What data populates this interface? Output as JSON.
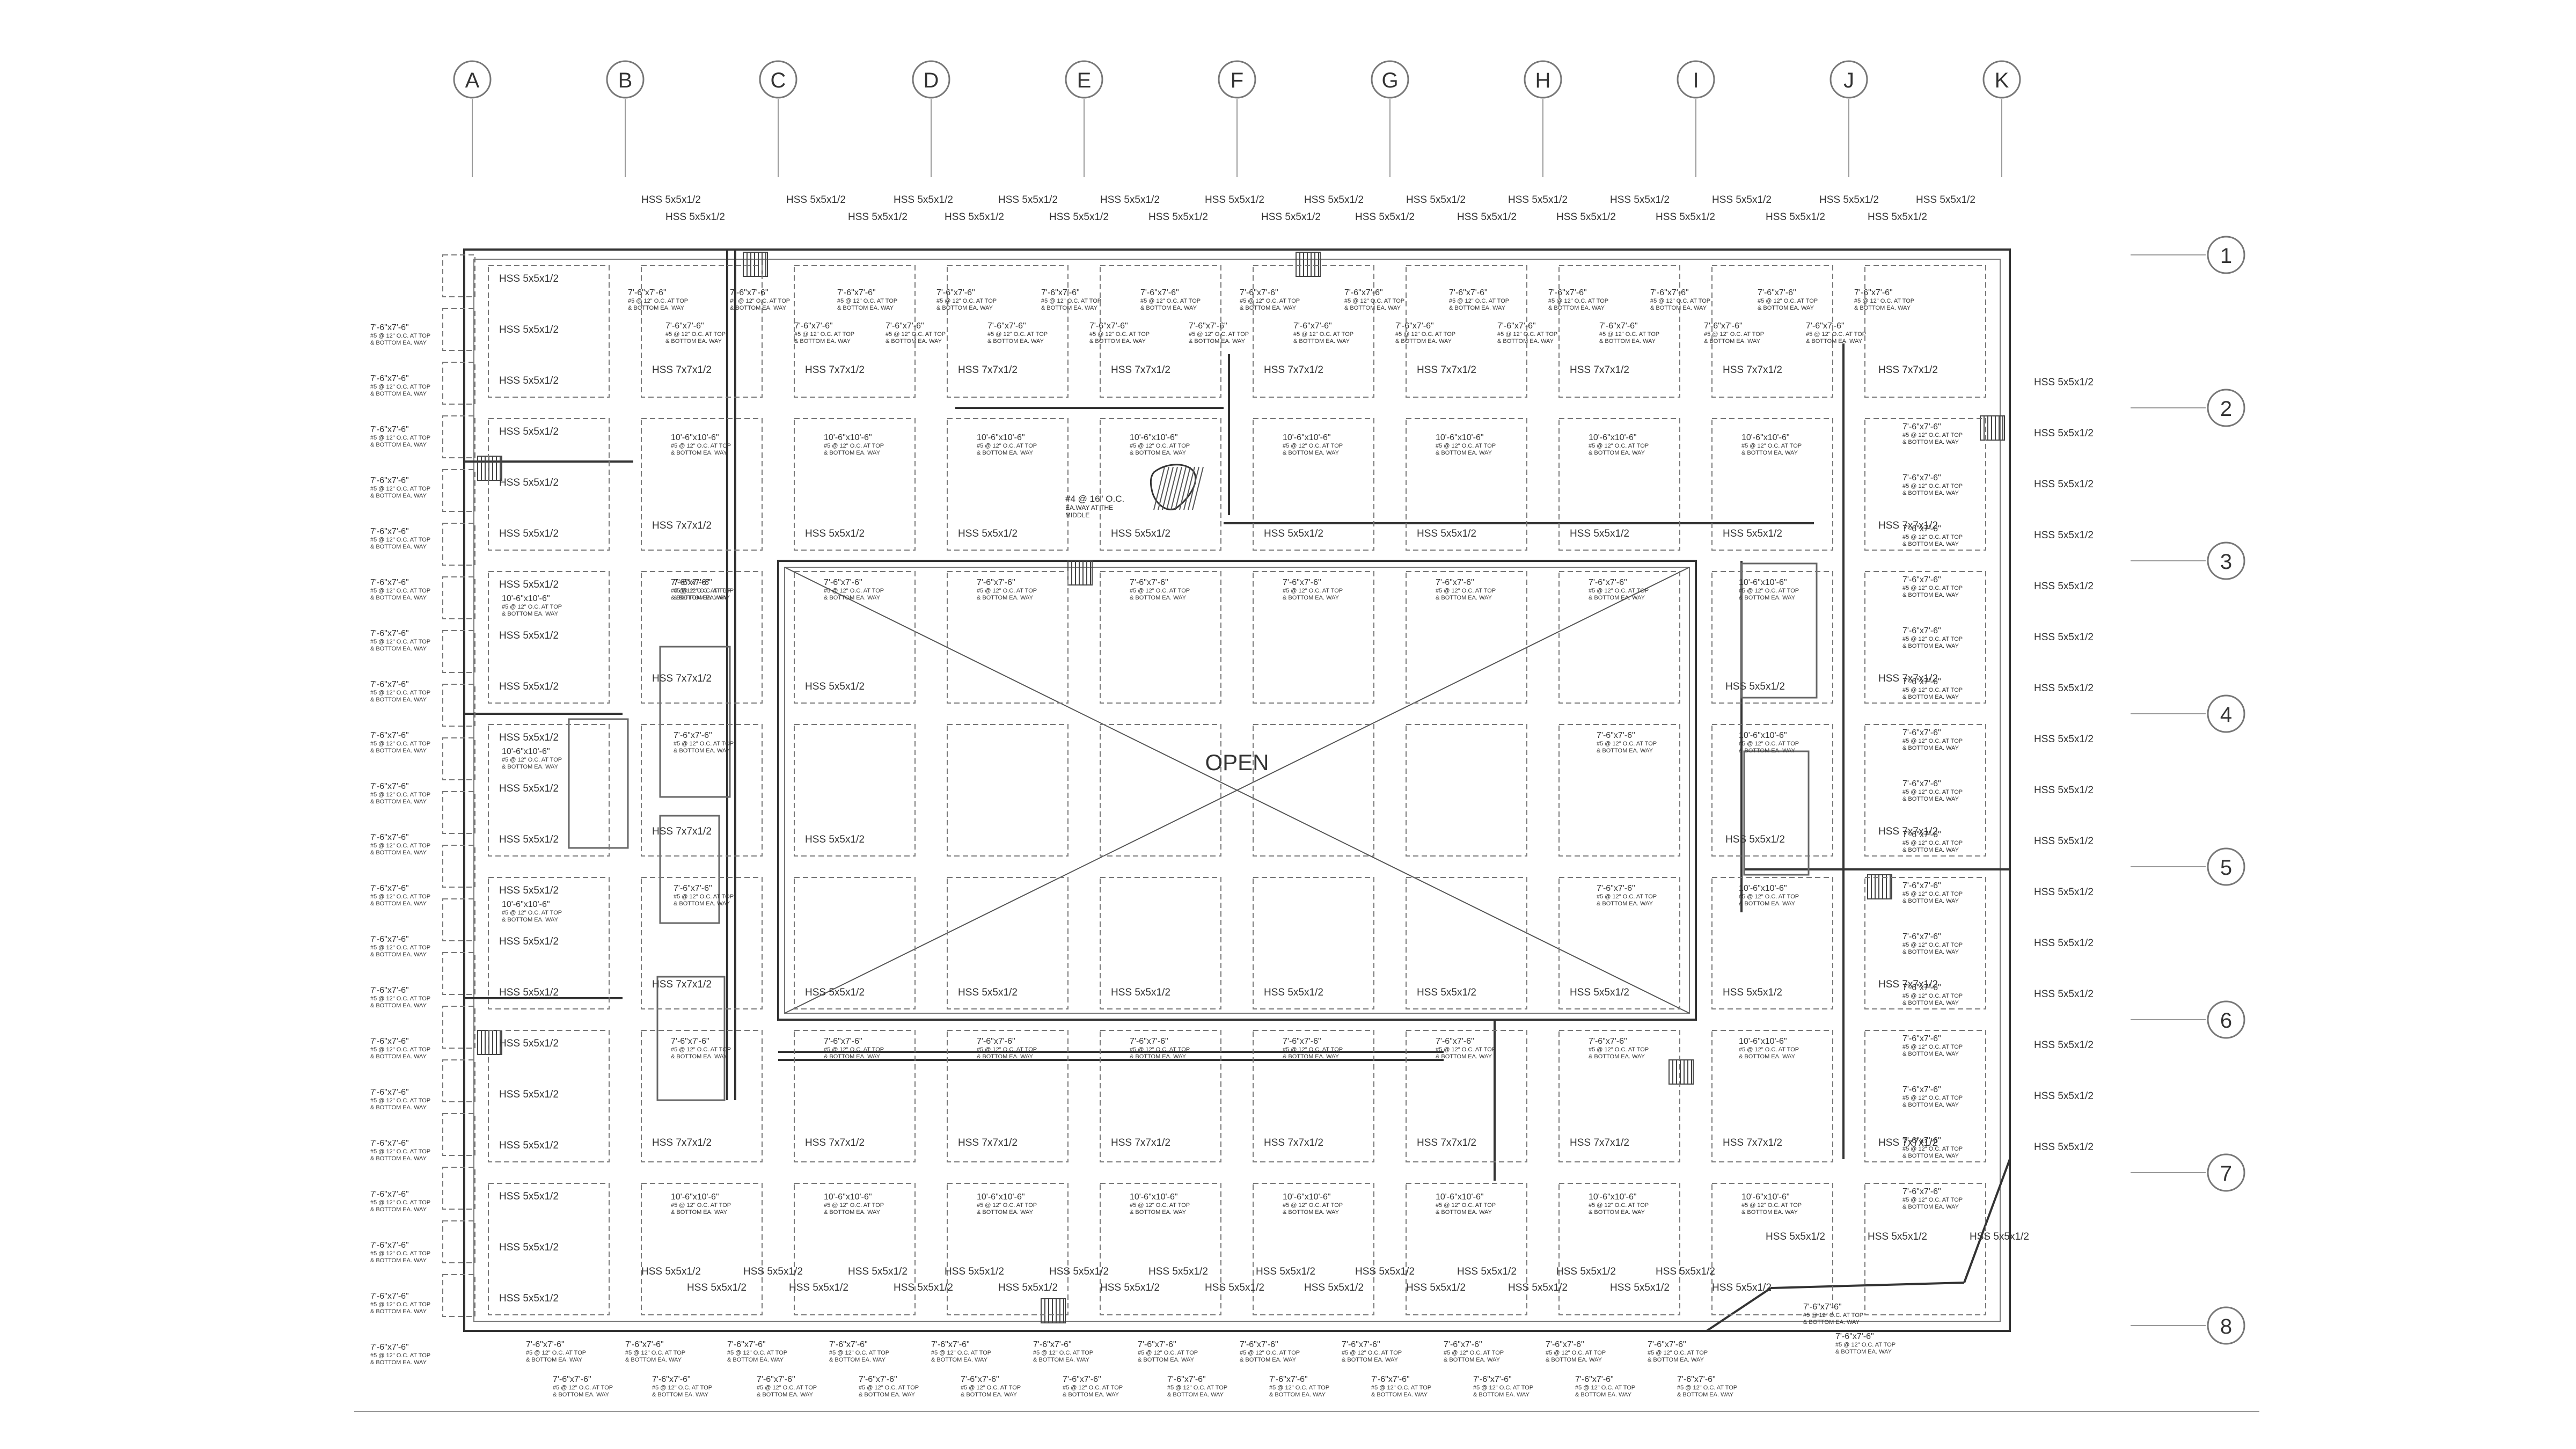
{
  "grid": {
    "columns": [
      "A",
      "B",
      "C",
      "D",
      "E",
      "F",
      "G",
      "H",
      "I",
      "J",
      "K"
    ],
    "rows": [
      "1",
      "2",
      "3",
      "4",
      "5",
      "6",
      "7",
      "8"
    ]
  },
  "labels": {
    "open": "OPEN",
    "hss_small": "HSS 5x5x1/2",
    "hss_large": "HSS 7x7x1/2",
    "footing_small": "7'-6\"x7'-6\"",
    "footing_large": "10'-6\"x10'-6\"",
    "footing_rebar": "#5 @ 12\" O.C. AT TOP",
    "footing_rebar_2": "& BOTTOM EA. WAY",
    "slab_note": "#4 @ 16\" O.C.",
    "slab_note_2": "EA.WAY AT THE",
    "slab_note_3": "MIDDLE"
  },
  "colors": {
    "line": "#333333",
    "dash": "#777777",
    "grid": "#999999",
    "text": "#444444"
  }
}
